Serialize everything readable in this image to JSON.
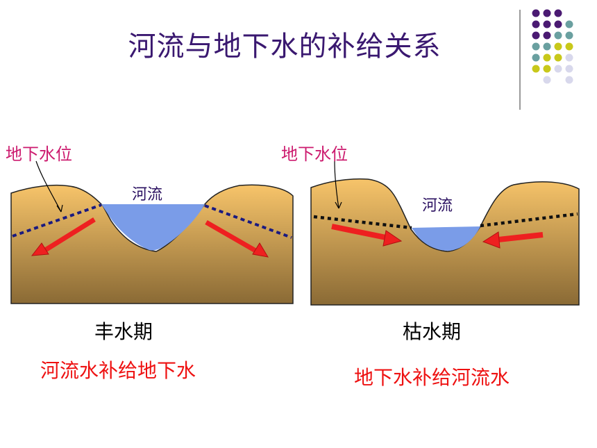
{
  "title": "河流与地下水的补给关系",
  "colors": {
    "title": "#3a1870",
    "water_table_label": "#cc1a6e",
    "explanation": "#ee1111",
    "water": "#7a9ce8",
    "soil_top": "#f7c46a",
    "soil_bottom": "#8a6a35",
    "arrow": "#ee2020",
    "dot_purple": "#4a1a72",
    "dot_teal": "#6aa0a0",
    "dot_yellow": "#c8c81a",
    "dot_lavender": "#d8d8ec"
  },
  "left_panel": {
    "water_table_label": "地下水位",
    "river_label": "河流",
    "season": "丰水期",
    "explanation": "河流水补给地下水",
    "flow_direction": "river-to-groundwater",
    "water_table_line_color": "#1a1a80"
  },
  "right_panel": {
    "water_table_label": "地下水位",
    "river_label": "河流",
    "season": "枯水期",
    "explanation": "地下水补给河流水",
    "flow_direction": "groundwater-to-river",
    "water_table_line_color": "#111111"
  }
}
